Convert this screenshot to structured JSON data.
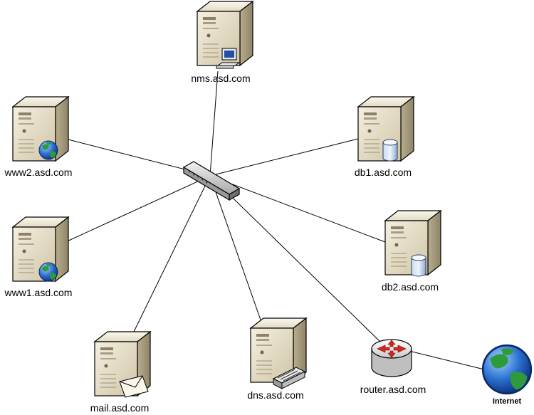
{
  "diagram": {
    "hub": {
      "name": "switch"
    },
    "nodes": [
      {
        "id": "nms",
        "label": "nms.asd.com",
        "type": "server",
        "badge": "workstation"
      },
      {
        "id": "www2",
        "label": "www2.asd.com",
        "type": "server",
        "badge": "globe"
      },
      {
        "id": "db1",
        "label": "db1.asd.com",
        "type": "server",
        "badge": "database"
      },
      {
        "id": "www1",
        "label": "www1.asd.com",
        "type": "server",
        "badge": "globe"
      },
      {
        "id": "db2",
        "label": "db2.asd.com",
        "type": "server",
        "badge": "database"
      },
      {
        "id": "mail",
        "label": "mail.asd.com",
        "type": "server",
        "badge": "envelope"
      },
      {
        "id": "dns",
        "label": "dns.asd.com",
        "type": "server",
        "badge": "printer"
      },
      {
        "id": "router",
        "label": "router.asd.com",
        "type": "router"
      },
      {
        "id": "internet",
        "label": "Internet",
        "type": "globe"
      }
    ],
    "links": [
      [
        "switch",
        "nms"
      ],
      [
        "switch",
        "www2"
      ],
      [
        "switch",
        "db1"
      ],
      [
        "switch",
        "www1"
      ],
      [
        "switch",
        "db2"
      ],
      [
        "switch",
        "mail"
      ],
      [
        "switch",
        "dns"
      ],
      [
        "switch",
        "router"
      ],
      [
        "router",
        "internet"
      ]
    ]
  }
}
